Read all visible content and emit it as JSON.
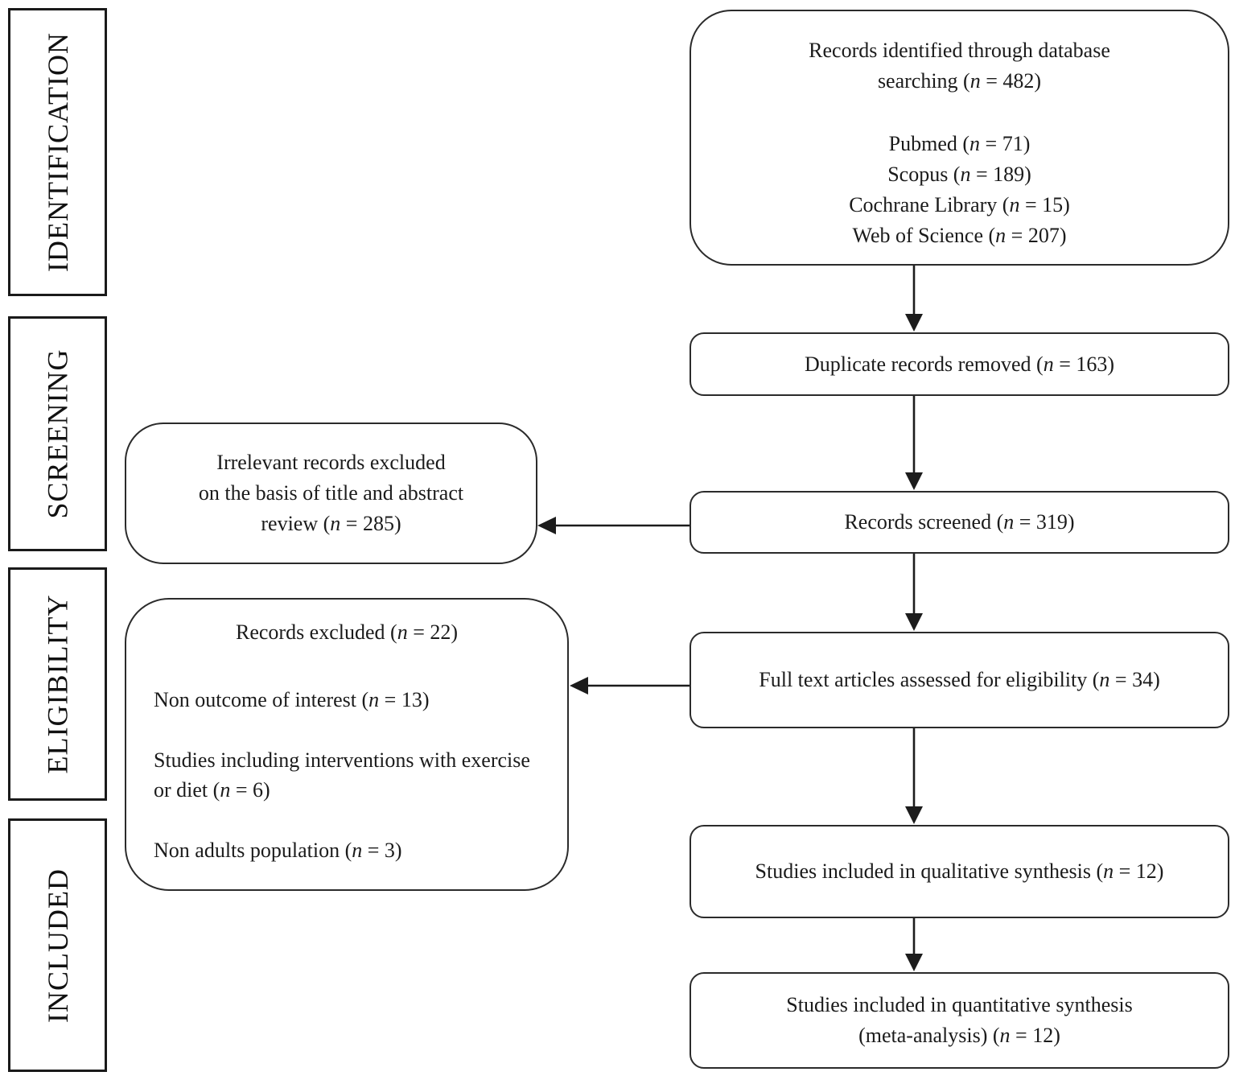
{
  "colors": {
    "background": "#ffffff",
    "border": "#1c1c1c",
    "text": "#1b1b1b"
  },
  "stages": [
    "IDENTIFICATION",
    "SCREENING",
    "ELIGIBILITY",
    "INCLUDED"
  ],
  "flow": {
    "identified": {
      "title_line1": "Records identified through database",
      "title_line2": "searching (n = 482)",
      "sources": [
        "Pubmed (n = 71)",
        "Scopus (n = 189)",
        "Cochrane Library (n = 15)",
        "Web of Science (n = 207)"
      ]
    },
    "duplicates_removed": "Duplicate records removed (n = 163)",
    "records_screened": "Records screened (n = 319)",
    "full_text_assessed": "Full text articles assessed for eligibility (n = 34)",
    "qualitative_synthesis": "Studies included in qualitative synthesis (n = 12)",
    "quantitative_synthesis_line1": "Studies included in quantitative synthesis",
    "quantitative_synthesis_line2": "(meta-analysis) (n = 12)"
  },
  "exclusions": {
    "screening": {
      "line1": "Irrelevant records excluded",
      "line2": "on the basis of title and abstract",
      "line3": "review (n = 285)"
    },
    "eligibility": {
      "title": "Records excluded (n = 22)",
      "reasons": [
        "Non outcome of interest (n = 13)",
        "Studies including interventions with exercise or diet (n = 6)",
        "Non adults population (n = 3)"
      ]
    }
  }
}
